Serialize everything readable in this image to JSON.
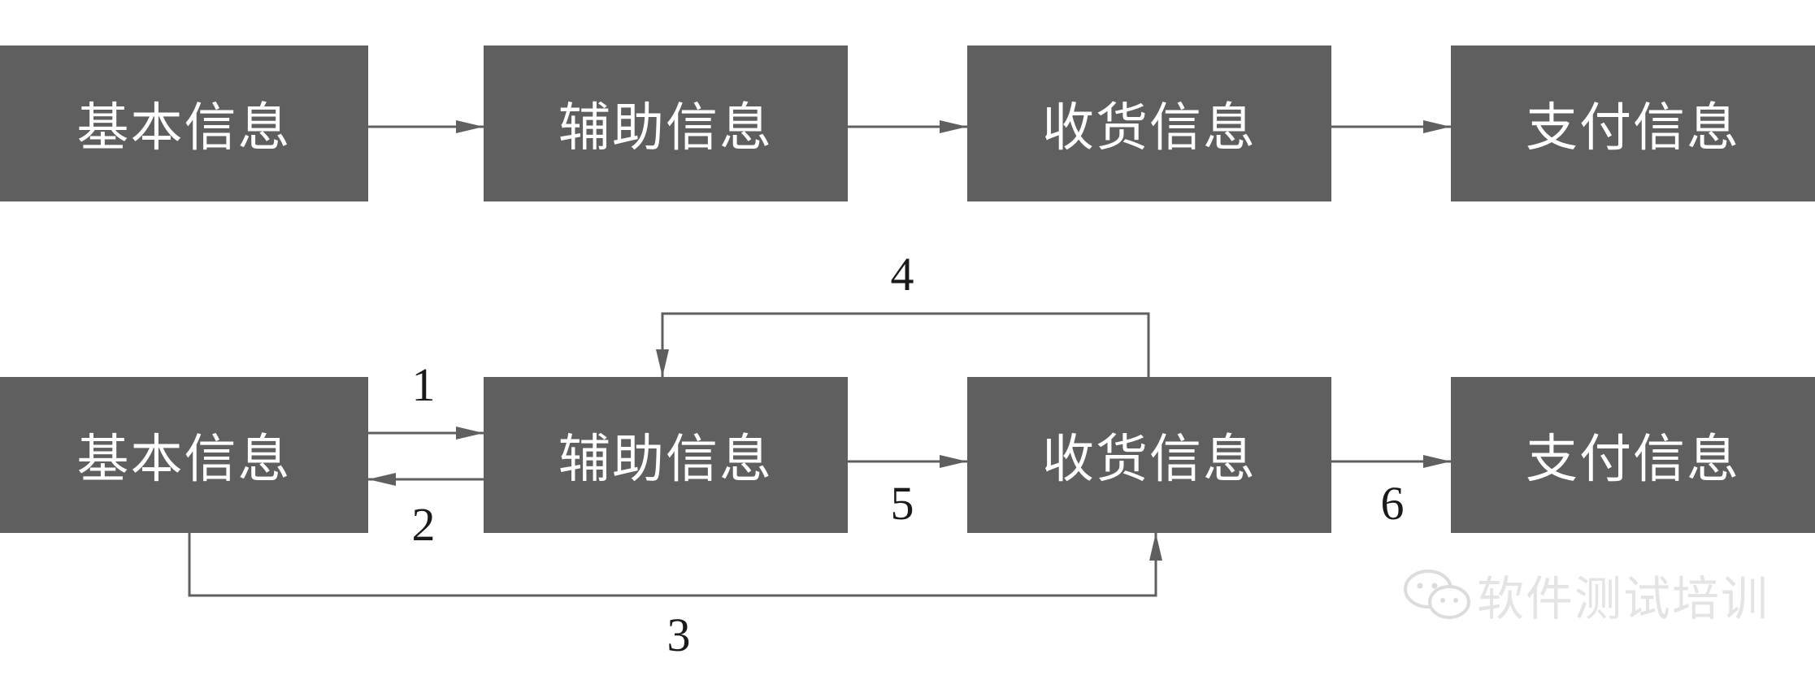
{
  "top_row": {
    "boxes": [
      "基本信息",
      "辅助信息",
      "收货信息",
      "支付信息"
    ]
  },
  "bottom_row": {
    "boxes": [
      "基本信息",
      "辅助信息",
      "收货信息",
      "支付信息"
    ]
  },
  "edge_labels": {
    "e1": "1",
    "e2": "2",
    "e3": "3",
    "e4": "4",
    "e5": "5",
    "e6": "6"
  },
  "watermark": {
    "icon": "wechat-icon",
    "text": "软件测试培训"
  },
  "colors": {
    "box_fill": "#5f5f5f",
    "box_text": "#ffffff",
    "arrow": "#5f5f5f",
    "label": "#1a1a1a",
    "watermark": "#e4e4e4"
  }
}
